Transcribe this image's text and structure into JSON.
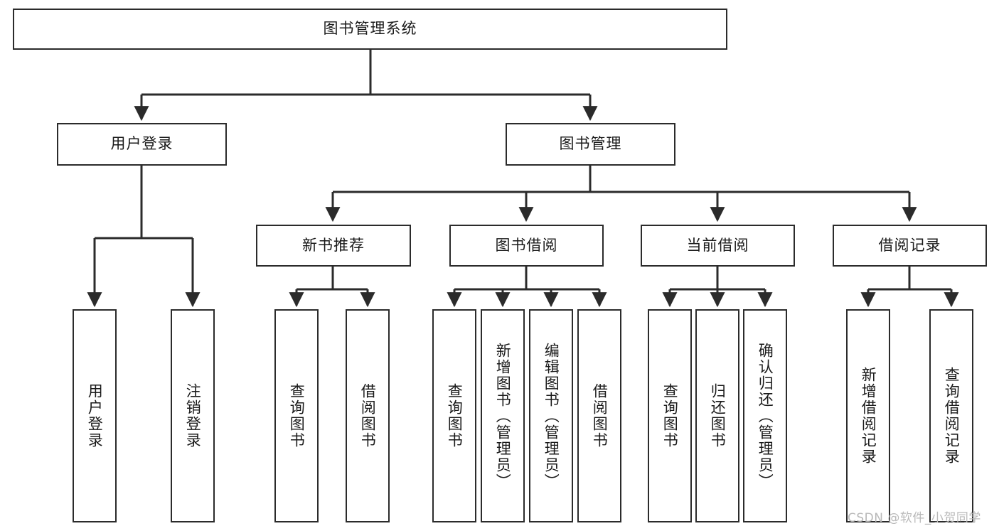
{
  "diagram": {
    "type": "tree",
    "title": "图书管理系统",
    "watermark": "CSDN @软件_小贺同学",
    "colors": {
      "stroke": "#2b2b2b",
      "fill": "#ffffff",
      "text": "#1a1a1a",
      "watermark": "#b9b9b9"
    },
    "levels": {
      "root": {
        "label": "图书管理系统"
      },
      "level2": [
        {
          "label": "用户登录"
        },
        {
          "label": "图书管理"
        }
      ],
      "level3": [
        {
          "label": "新书推荐"
        },
        {
          "label": "图书借阅"
        },
        {
          "label": "当前借阅"
        },
        {
          "label": "借阅记录"
        }
      ],
      "level4": [
        {
          "label": "用户登录",
          "parent": "用户登录"
        },
        {
          "label": "注销登录",
          "parent": "用户登录"
        },
        {
          "label": "查询图书",
          "parent": "新书推荐"
        },
        {
          "label": "借阅图书",
          "parent": "新书推荐"
        },
        {
          "label": "查询图书",
          "parent": "图书借阅"
        },
        {
          "label": "新增图书（管理员）",
          "parent": "图书借阅"
        },
        {
          "label": "编辑图书（管理员）",
          "parent": "图书借阅"
        },
        {
          "label": "借阅图书",
          "parent": "图书借阅"
        },
        {
          "label": "查询图书",
          "parent": "当前借阅"
        },
        {
          "label": "归还图书",
          "parent": "当前借阅"
        },
        {
          "label": "确认归还（管理员）",
          "parent": "当前借阅"
        },
        {
          "label": "新增借阅记录",
          "parent": "借阅记录"
        },
        {
          "label": "查询借阅记录",
          "parent": "借阅记录"
        }
      ]
    }
  }
}
